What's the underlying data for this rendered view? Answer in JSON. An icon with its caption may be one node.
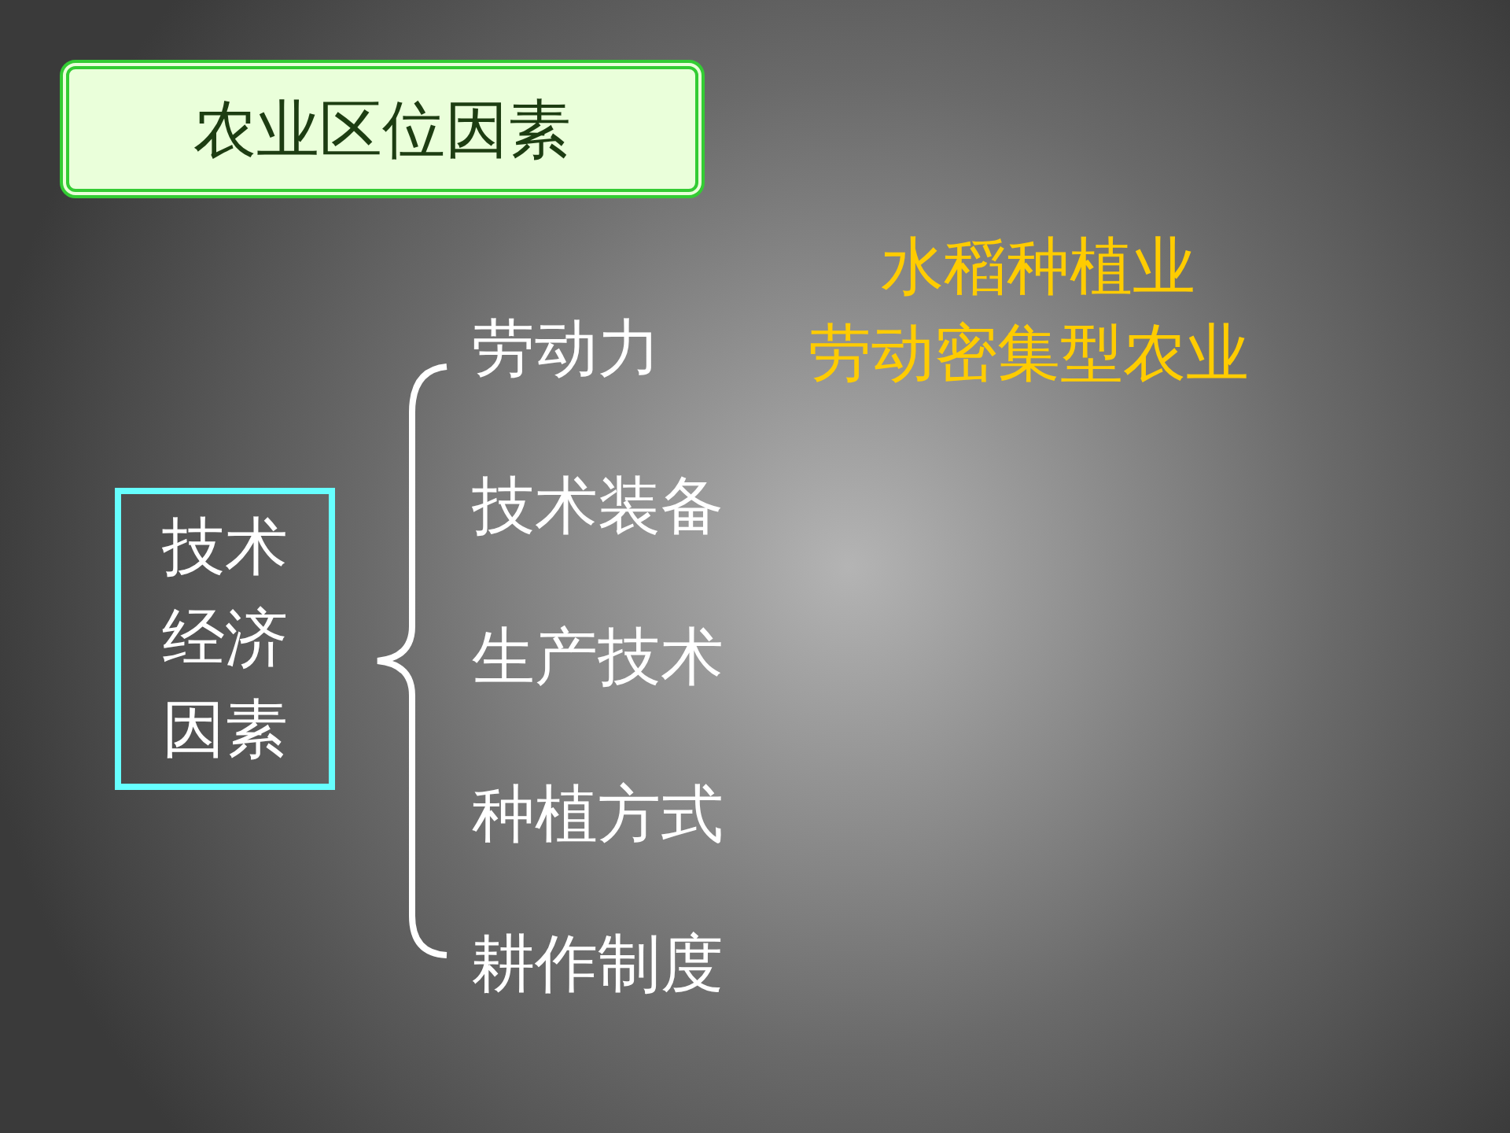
{
  "diagram": {
    "nodes": [
      {
        "text": [
          "农业区位因素"
        ]
      },
      {
        "text": [
          "技术经济因素"
        ]
      }
    ],
    "labels": [
      "水稻种植业",
      "劳动密集型农业",
      "劳动力",
      "技术装备",
      "生产技术",
      "种植方式",
      "耕作制度"
    ]
  }
}
